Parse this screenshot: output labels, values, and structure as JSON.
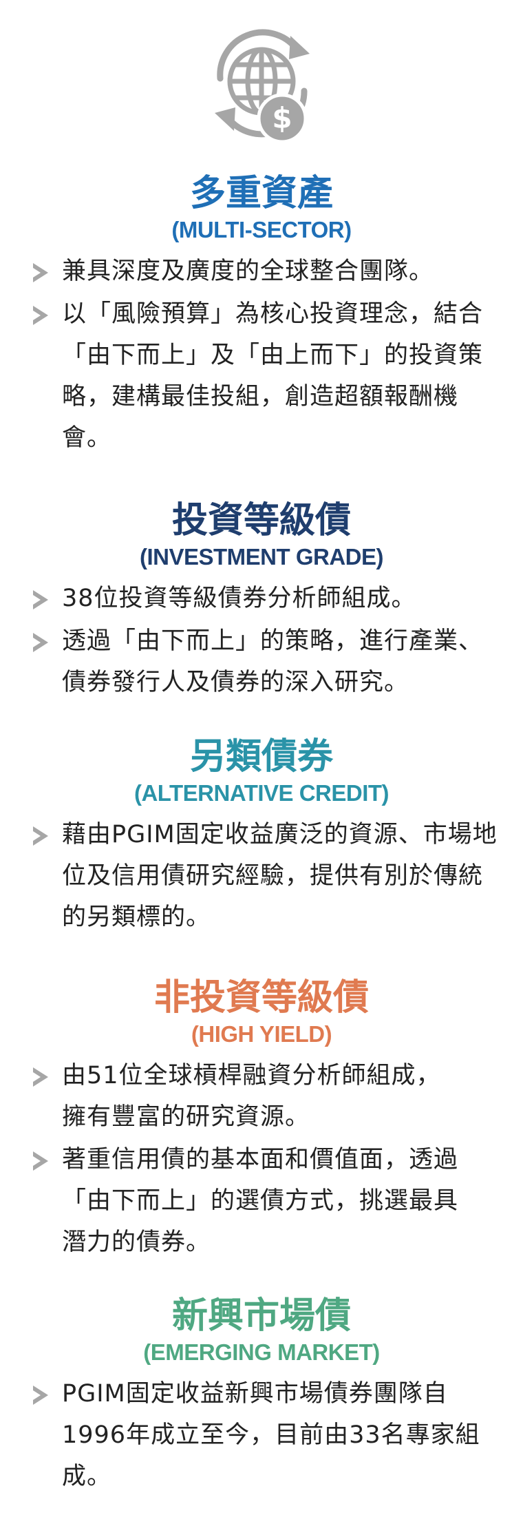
{
  "colors": {
    "multi_sector": "#1f6fb6",
    "investment_grade": "#1f3e6e",
    "alternative_credit": "#2a93a8",
    "high_yield": "#e07a50",
    "emerging_market": "#4fa882",
    "icon_gray": "#a6a6a6"
  },
  "icon": "globe-dollar-icon",
  "sections": [
    {
      "title": "多重資產",
      "subtitle": "(MULTI-SECTOR)",
      "bullets": [
        "兼具深度及廣度的全球整合團隊。",
        "以「風險預算」為核心投資理念，結合「由下而上」及「由上而下」的投資策略，建構最佳投組，創造超額報酬機會。"
      ]
    },
    {
      "title": "投資等級債",
      "subtitle": "(INVESTMENT GRADE)",
      "bullets": [
        "38位投資等級債券分析師組成。",
        "透過「由下而上」的策略，進行產業、債券發行人及債券的深入研究。"
      ]
    },
    {
      "title": "另類債券",
      "subtitle": "(ALTERNATIVE CREDIT)",
      "bullets": [
        "藉由PGIM固定收益廣泛的資源、市場地位及信用債研究經驗，提供有別於傳統的另類標的。"
      ]
    },
    {
      "title": "非投資等級債",
      "subtitle": "(HIGH YIELD)",
      "bullets": [
        "由51位全球槓桿融資分析師組成，擁有豐富的研究資源。",
        "著重信用債的基本面和價值面，透過「由下而上」的選債方式，挑選最具潛力的債券。"
      ]
    },
    {
      "title": "新興市場債",
      "subtitle": "(EMERGING MARKET)",
      "bullets": [
        "PGIM固定收益新興市場債券團隊自1996年成立至今，目前由33名專家組成。"
      ]
    }
  ]
}
